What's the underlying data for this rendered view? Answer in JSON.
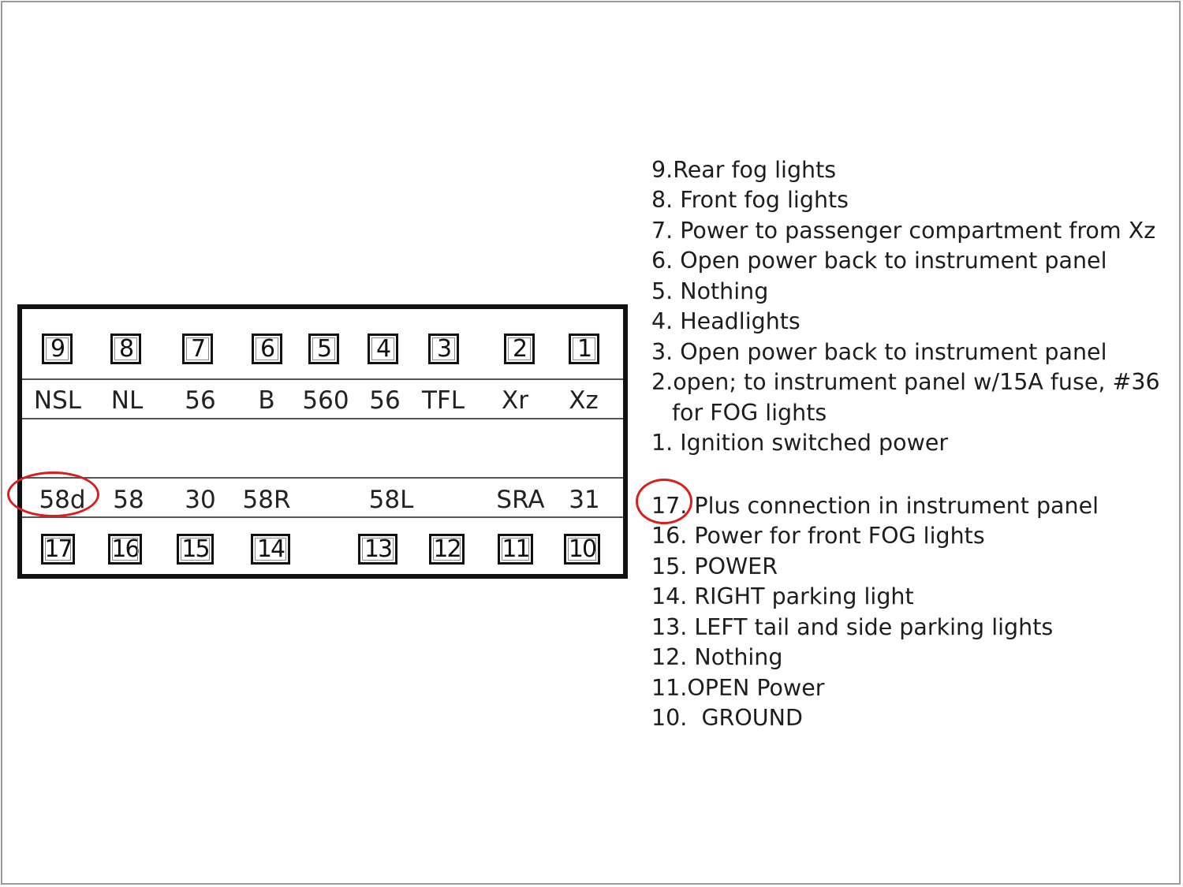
{
  "connector": {
    "top_pins": [
      {
        "pin": "9",
        "signal": "NSL"
      },
      {
        "pin": "8",
        "signal": "NL"
      },
      {
        "pin": "7",
        "signal": "56"
      },
      {
        "pin": "6",
        "signal": "B"
      },
      {
        "pin": "5",
        "signal": "560"
      },
      {
        "pin": "4",
        "signal": "56"
      },
      {
        "pin": "3",
        "signal": "TFL"
      },
      {
        "pin": "2",
        "signal": "Xr"
      },
      {
        "pin": "1",
        "signal": "Xz"
      }
    ],
    "bottom_pins": [
      {
        "pin": "17",
        "signal": "58d"
      },
      {
        "pin": "16",
        "signal": "58"
      },
      {
        "pin": "15",
        "signal": "30"
      },
      {
        "pin": "14",
        "signal": "58R"
      },
      {
        "pin": "13",
        "signal": "58L"
      },
      {
        "pin": "12",
        "signal": ""
      },
      {
        "pin": "11",
        "signal": "SRA"
      },
      {
        "pin": "10",
        "signal": "31"
      }
    ]
  },
  "legend": {
    "top_items": [
      "9.Rear fog lights",
      "8. Front fog lights",
      "7. Power to passenger compartment from Xz",
      "6. Open power back to instrument panel",
      "5. Nothing",
      "4. Headlights",
      "3. Open power back to instrument panel",
      "2.open; to instrument panel w/15A fuse, #36",
      "for FOG lights",
      "1. Ignition switched power"
    ],
    "bottom_items": [
      "17. Plus connection in instrument panel",
      "16. Power for front FOG lights",
      "15. POWER",
      "14. RIGHT parking light",
      "13. LEFT tail and side parking lights",
      "12. Nothing",
      "11.OPEN Power",
      "10.  GROUND"
    ]
  },
  "highlight_color": "#d81e1e"
}
